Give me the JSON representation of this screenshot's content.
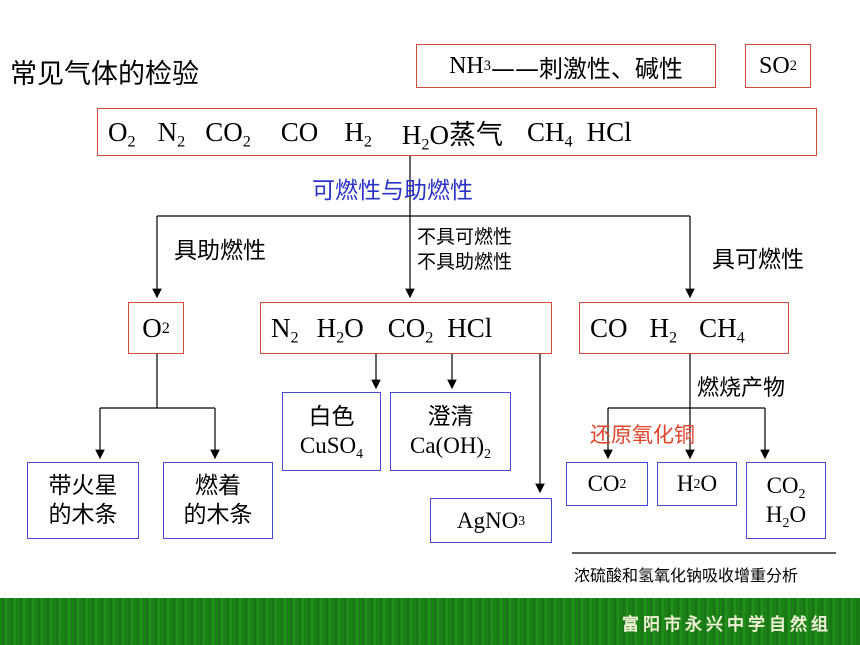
{
  "title": "常见气体的检验",
  "nh3_box": {
    "formula": "NH",
    "sub": "3",
    "desc": "——刺激性、碱性"
  },
  "so2_box": {
    "formula": "SO",
    "sub": "2"
  },
  "gases_row": [
    {
      "f": "O",
      "s": "2"
    },
    {
      "f": "N",
      "s": "2"
    },
    {
      "f": "CO",
      "s": "2"
    },
    {
      "f": "CO",
      "s": ""
    },
    {
      "f": "H",
      "s": "2"
    },
    {
      "f": "H",
      "s": "2",
      "after": "O蒸气"
    },
    {
      "f": "CH",
      "s": "4"
    },
    {
      "f": "HCl",
      "s": ""
    }
  ],
  "branch_label": "可燃性与助燃性",
  "left_label": "具助燃性",
  "middle_label": [
    "不具可燃性",
    "不具助燃性"
  ],
  "right_label": "具可燃性",
  "o2_box": {
    "f": "O",
    "s": "2"
  },
  "mid_box": [
    {
      "f": "N",
      "s": "2"
    },
    {
      "f": "H",
      "s": "2",
      "after": "O"
    },
    {
      "f": "CO",
      "s": "2"
    },
    {
      "f": "HCl",
      "s": ""
    }
  ],
  "right_box": [
    {
      "f": "CO",
      "s": ""
    },
    {
      "f": "H",
      "s": "2"
    },
    {
      "f": "CH",
      "s": "4"
    }
  ],
  "spark_box": [
    "带火星",
    "的木条"
  ],
  "burning_box": [
    "燃着",
    "的木条"
  ],
  "white_box": {
    "line1": "白色",
    "f": "CuSO",
    "s": "4"
  },
  "clear_box": {
    "line1": "澄清",
    "f": "Ca(OH)",
    "s": "2"
  },
  "agno3_box": {
    "f": "AgNO",
    "s": "3"
  },
  "combustion_label": "燃烧产物",
  "reduce_label": "还原氧化铜",
  "co2_box": {
    "f": "CO",
    "s": "2"
  },
  "h2o_box": {
    "f": "H",
    "s": "2",
    "after": "O"
  },
  "co2h2o_box": {
    "l1f": "CO",
    "l1s": "2",
    "l2f": "H",
    "l2s": "2",
    "l2after": "O"
  },
  "analysis_note": "浓硫酸和氢氧化钠吸收增重分析",
  "footer_text": "富阳市永兴中学自然组",
  "colors": {
    "box_red": "#d04a3a",
    "box_blue": "#4a4ad0",
    "label_blue": "#2a32c8",
    "label_red": "#e0452c",
    "footer_green": "#1e8a18"
  }
}
